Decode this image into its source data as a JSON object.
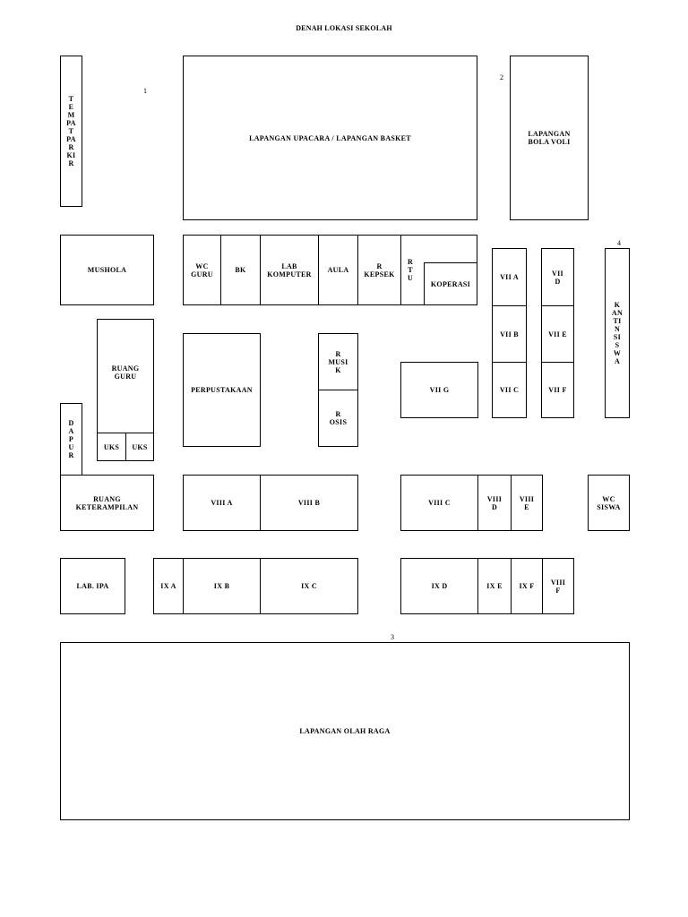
{
  "title": "DENAH LOKASI SEKOLAH",
  "markers": {
    "m1": "1",
    "m2": "2",
    "m3": "3",
    "m4": "4"
  },
  "rooms": {
    "tempat_parkir": "T\nE\nM\nPA\nT\nPA\nR\nKI\nR",
    "lapangan_upacara": "LAPANGAN UPACARA / LAPANGAN BASKET",
    "lapangan_bola_voli": "LAPANGAN\nBOLA VOLI",
    "mushola": "MUSHOLA",
    "wc_guru": "WC\nGURU",
    "bk": "BK",
    "lab_komputer": "LAB\nKOMPUTER",
    "aula": "AULA",
    "r_kepsek": "R\nKEPSEK",
    "r_tu": "R\nT\nU",
    "koperasi": "KOPERASI",
    "vii_a": "VII A",
    "vii_d": "VII\nD",
    "kantin_siswa": "K\nAN\nTI\nN\nSI\nS\nW\nA",
    "vii_b": "VII B",
    "vii_e": "VII E",
    "ruang_guru": "RUANG\nGURU",
    "perpustakaan": "PERPUSTAKAAN",
    "r_musik": "R\nMUSI\nK",
    "r_osis": "R\nOSIS",
    "vii_g": "VII G",
    "vii_c": "VII C",
    "vii_f": "VII F",
    "dapur": "D\nA\nP\nU\nR",
    "uks_1": "UKS",
    "uks_2": "UKS",
    "ruang_keterampilan": "RUANG\nKETERAMPILAN",
    "viii_a": "VIII A",
    "viii_b": "VIII B",
    "viii_c": "VIII C",
    "viii_d": "VIII\nD",
    "viii_e": "VIII\nE",
    "wc_siswa": "WC\nSISWA",
    "lab_ipa": "LAB. IPA",
    "ix_a": "IX A",
    "ix_b": "IX B",
    "ix_c": "IX C",
    "ix_d": "IX D",
    "ix_e": "IX E",
    "ix_f": "IX F",
    "viii_f": "VIII\nF",
    "lapangan_olah_raga": "LAPANGAN OLAH RAGA"
  }
}
